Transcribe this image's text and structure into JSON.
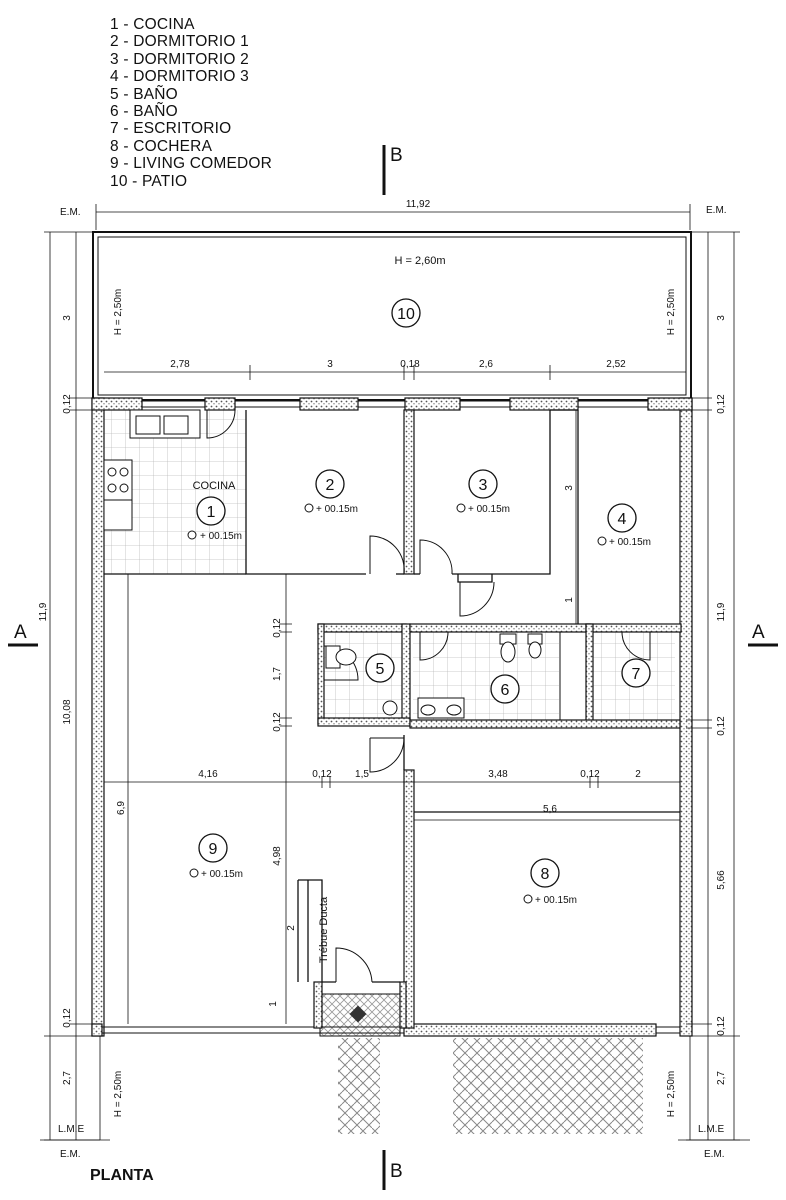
{
  "legend": [
    "1  - COCINA",
    "2  - DORMITORIO 1",
    "3  - DORMITORIO 2",
    "4  - DORMITORIO 3",
    "5  - BAÑO",
    "6  - BAÑO",
    "7  - ESCRITORIO",
    "8  - COCHERA",
    "9  - LIVING COMEDOR",
    "10 - PATIO"
  ],
  "title": "PLANTA",
  "section_b": "B",
  "section_a": "A",
  "em": "E.M.",
  "lme": "L.M.E",
  "cocina_label": "COCINA",
  "level": "+ 00.15m",
  "h260": "H = 2,60m",
  "h250": "H = 2,50m",
  "tre": "Trébue Ducta",
  "rooms": [
    "1",
    "2",
    "3",
    "4",
    "5",
    "6",
    "7",
    "8",
    "9",
    "10"
  ],
  "dims": {
    "total_w": "11,92",
    "total_h": "11,9",
    "top_row": [
      "2,78",
      "3",
      "0,18",
      "2,6",
      "2,52"
    ],
    "mid_row": [
      "4,16",
      "0,12",
      "1,5",
      "3,48",
      "0,12",
      "2"
    ],
    "garage_w": "5,6",
    "left_3": "3",
    "left_012": "0,12",
    "left_1008": "10,08",
    "left_27": "2,7",
    "right_566": "5,66",
    "d_3": "3",
    "d_1": "1",
    "d_17": "1,7",
    "d_498": "4,98",
    "d_69": "6,9",
    "d_2": "2"
  }
}
